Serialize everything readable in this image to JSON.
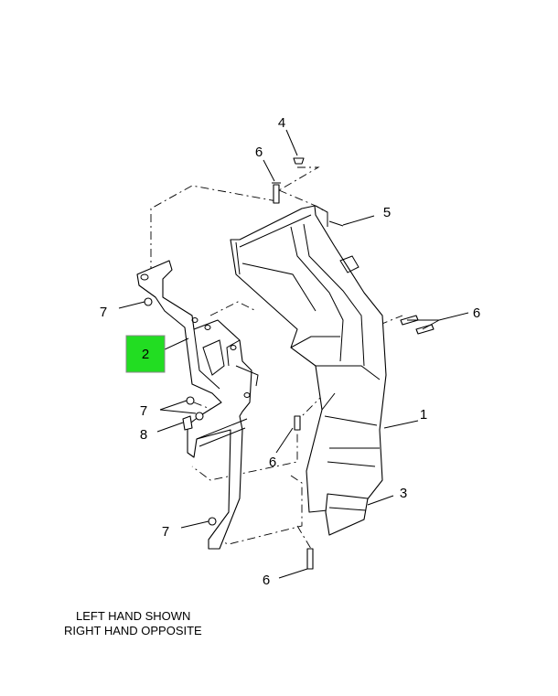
{
  "callouts": {
    "c1": "1",
    "c2": "2",
    "c3": "3",
    "c4": "4",
    "c5": "5",
    "c6a": "6",
    "c6b": "6",
    "c6c": "6",
    "c6d": "6",
    "c7a": "7",
    "c7b": "7",
    "c7c": "7",
    "c8": "8"
  },
  "highlight_color": "#22dd22",
  "note": {
    "line1": "LEFT HAND SHOWN",
    "line2": "RIGHT HAND OPPOSITE"
  }
}
